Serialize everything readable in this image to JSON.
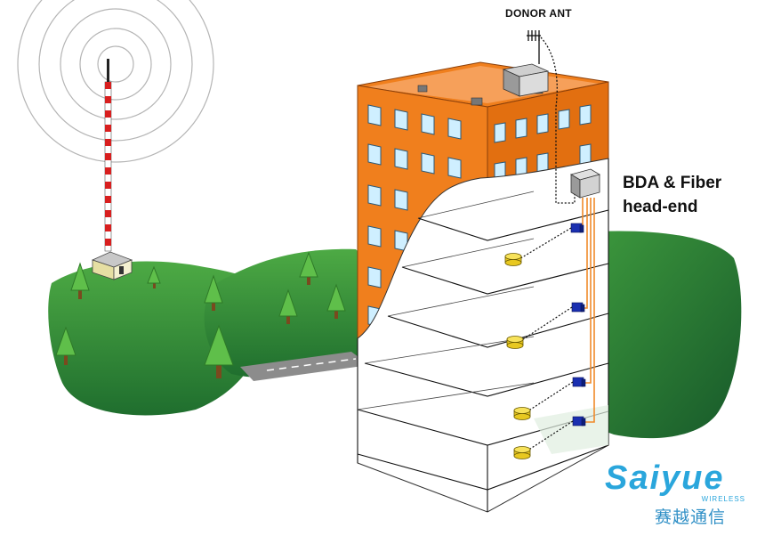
{
  "labels": {
    "donor_ant": "DONOR ANT",
    "bda_line1": "BDA & Fiber",
    "bda_line2": "head-end"
  },
  "brand": {
    "name": "Saiyue",
    "sub": "WIRELESS",
    "chinese": "赛越通信"
  },
  "colors": {
    "building": "#f07f1d",
    "window": "#cfefff",
    "hill_dark": "#1f7a32",
    "hill_light": "#4daa44",
    "tower_red": "#d81f1f",
    "fiber": "#f08a2a",
    "remote_unit": "#1a2fb0",
    "antenna_disc": "#f2d62a",
    "brand": "#2aa6dc"
  },
  "icons": [
    "cell-tower-icon",
    "donor-antenna-icon",
    "bda-unit-icon",
    "remote-unit-icon",
    "ceiling-antenna-icon",
    "tree-icon"
  ]
}
